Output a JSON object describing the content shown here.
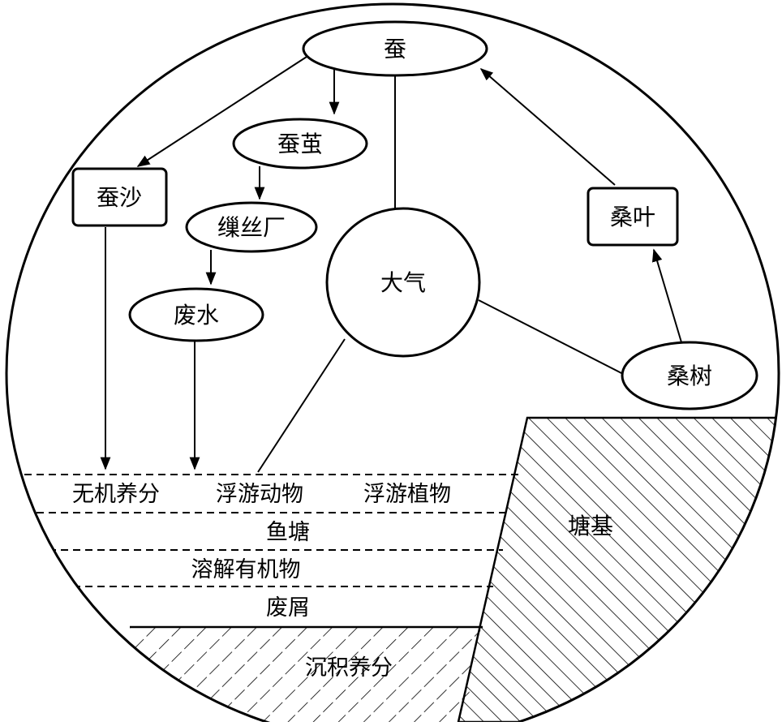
{
  "nodes": {
    "silkworm": "蚕",
    "cocoon": "蚕茧",
    "silkworm_feces": "蚕沙",
    "silk_factory": "缫丝厂",
    "wastewater": "废水",
    "atmosphere": "大气",
    "mulberry_leaf": "桑叶",
    "mulberry_tree": "桑树",
    "pond_dike": "塘基"
  },
  "pond_layers": {
    "row1": [
      "无机养分",
      "浮游动物",
      "浮游植物"
    ],
    "fish_pond": "鱼塘",
    "dissolved_organic": "溶解有机物",
    "debris": "废屑",
    "sediment": "沉积养分"
  }
}
